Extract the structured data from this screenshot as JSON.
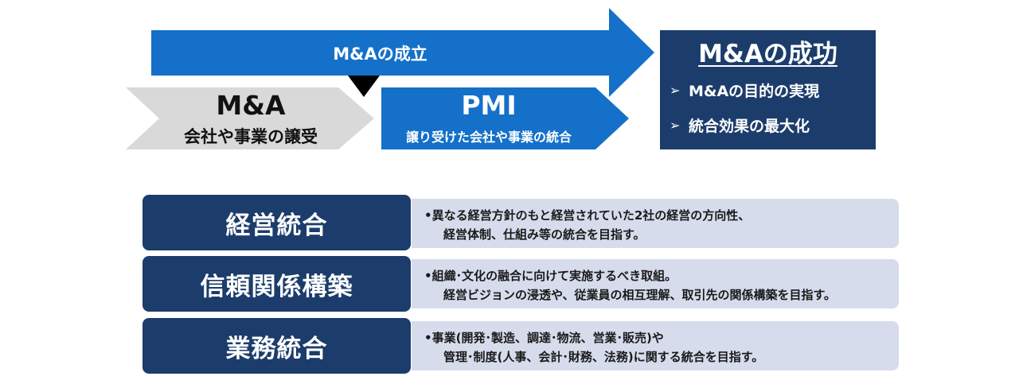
{
  "top_arrow": {
    "label": "M&Aの成立"
  },
  "ma_chevron": {
    "title": "M&A",
    "subtitle": "会社や事業の譲受"
  },
  "pmi_arrow": {
    "title": "PMI",
    "subtitle": "譲り受けた会社や事業の統合"
  },
  "success": {
    "title": "M&Aの成功",
    "items": [
      {
        "bullet": "➢",
        "text": "M&Aの目的の実現"
      },
      {
        "bullet": "➢",
        "text": "統合効果の最大化"
      }
    ]
  },
  "integration_rows": [
    {
      "label": "経営統合",
      "line1": "•異なる経営方針のもと経営されていた2社の経営の方向性、",
      "line2": "経営体制、仕組み等の統合を目指す。"
    },
    {
      "label": "信頼関係構築",
      "line1": "•組織･文化の融合に向けて実施するべき取組。",
      "line2": "経営ビジョンの浸透や、従業員の相互理解、取引先の関係構築を目指す。"
    },
    {
      "label": "業務統合",
      "line1": "•事業(開発･製造、調達･物流、営業･販売)や",
      "line2": "管理･制度(人事、会計･財務、法務)に関する統合を目指す。"
    }
  ],
  "colors": {
    "blue_arrow": "#1470c8",
    "navy": "#1c3d6b",
    "gray_chevron": "#d9d9d9",
    "desc_bg": "#d6dcec"
  }
}
